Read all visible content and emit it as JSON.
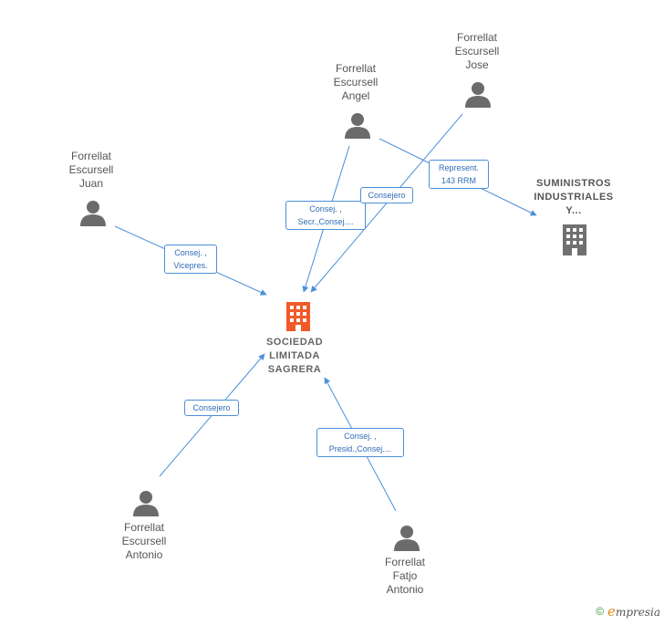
{
  "colors": {
    "edge": "#4a90d9",
    "person": "#6b6b6b",
    "company_main": "#f05a28",
    "company_other": "#707070"
  },
  "nodes": {
    "main_company": {
      "lines": [
        "SOCIEDAD",
        "LIMITADA",
        "SAGRERA"
      ],
      "icon": "building-icon"
    },
    "suministros": {
      "lines": [
        "SUMINISTROS",
        "INDUSTRIALES",
        "Y..."
      ],
      "icon": "building-icon"
    },
    "jose": {
      "lines": [
        "Forrellat",
        "Escursell",
        "Jose"
      ],
      "icon": "person-icon"
    },
    "angel": {
      "lines": [
        "Forrellat",
        "Escursell",
        "Angel"
      ],
      "icon": "person-icon"
    },
    "juan": {
      "lines": [
        "Forrellat",
        "Escursell",
        "Juan"
      ],
      "icon": "person-icon"
    },
    "antonio_escursell": {
      "lines": [
        "Forrellat",
        "Escursell",
        "Antonio"
      ],
      "icon": "person-icon"
    },
    "antonio_fatjo": {
      "lines": [
        "Forrellat",
        "Fatjo",
        "Antonio"
      ],
      "icon": "person-icon"
    }
  },
  "edges": {
    "angel_secr": [
      "Consej. ,",
      "Secr.,Consej...."
    ],
    "jose_consejero": [
      "Consejero"
    ],
    "angel_represent": [
      "Represent.",
      "143 RRM"
    ],
    "juan_vicepres": [
      "Consej. ,",
      "Vicepres."
    ],
    "antonio_consejero": [
      "Consejero"
    ],
    "fatjo_presid": [
      "Consej. ,",
      "Presid.,Consej...."
    ]
  },
  "copyright": {
    "symbol": "©",
    "brand_initial": "e",
    "brand_rest": "mpresia"
  }
}
